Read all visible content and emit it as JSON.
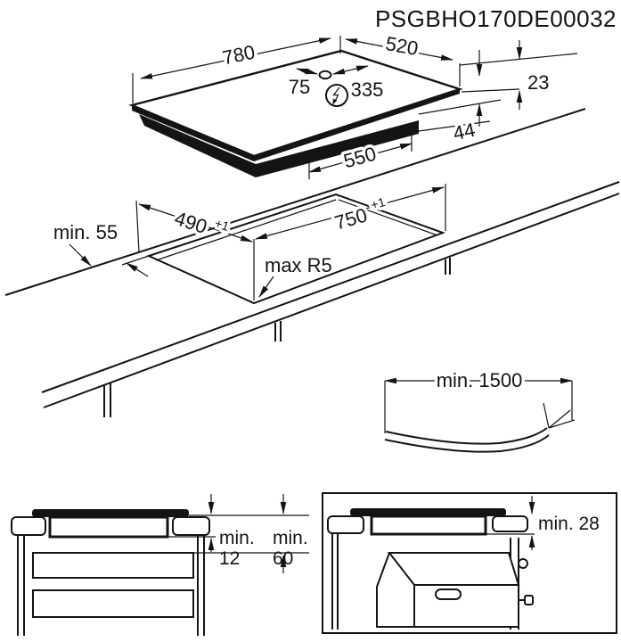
{
  "title": "PSGBHO170DE00032",
  "line_color": "#141414",
  "background_color": "#ffffff",
  "hob_top_view": {
    "width_mm": "780",
    "depth_mm": "520",
    "connection_left_offset_mm": "75",
    "connection_right_offset_mm": "335",
    "height_above_worktop_mm": "23",
    "recess_depth_mm": "44",
    "casing_width_mm": "550",
    "power_symbol": "lightning-in-circle",
    "connection_point": "small-oval-on-glass"
  },
  "cutout_view": {
    "min_rear_distance": "min. 55",
    "cutout_depth_value": "490",
    "cutout_depth_tolerance": "+1",
    "cutout_width_value": "750",
    "cutout_width_tolerance": "+1",
    "corner_radius": "max R5"
  },
  "cable_view": {
    "min_cable_length": "min. 1500"
  },
  "drawer_clearance_view": {
    "min12_label": "min.",
    "min12_value": "12",
    "min60_label": "min.",
    "min60_value": "60"
  },
  "oven_clearance_view": {
    "min_clearance": "min. 28"
  }
}
